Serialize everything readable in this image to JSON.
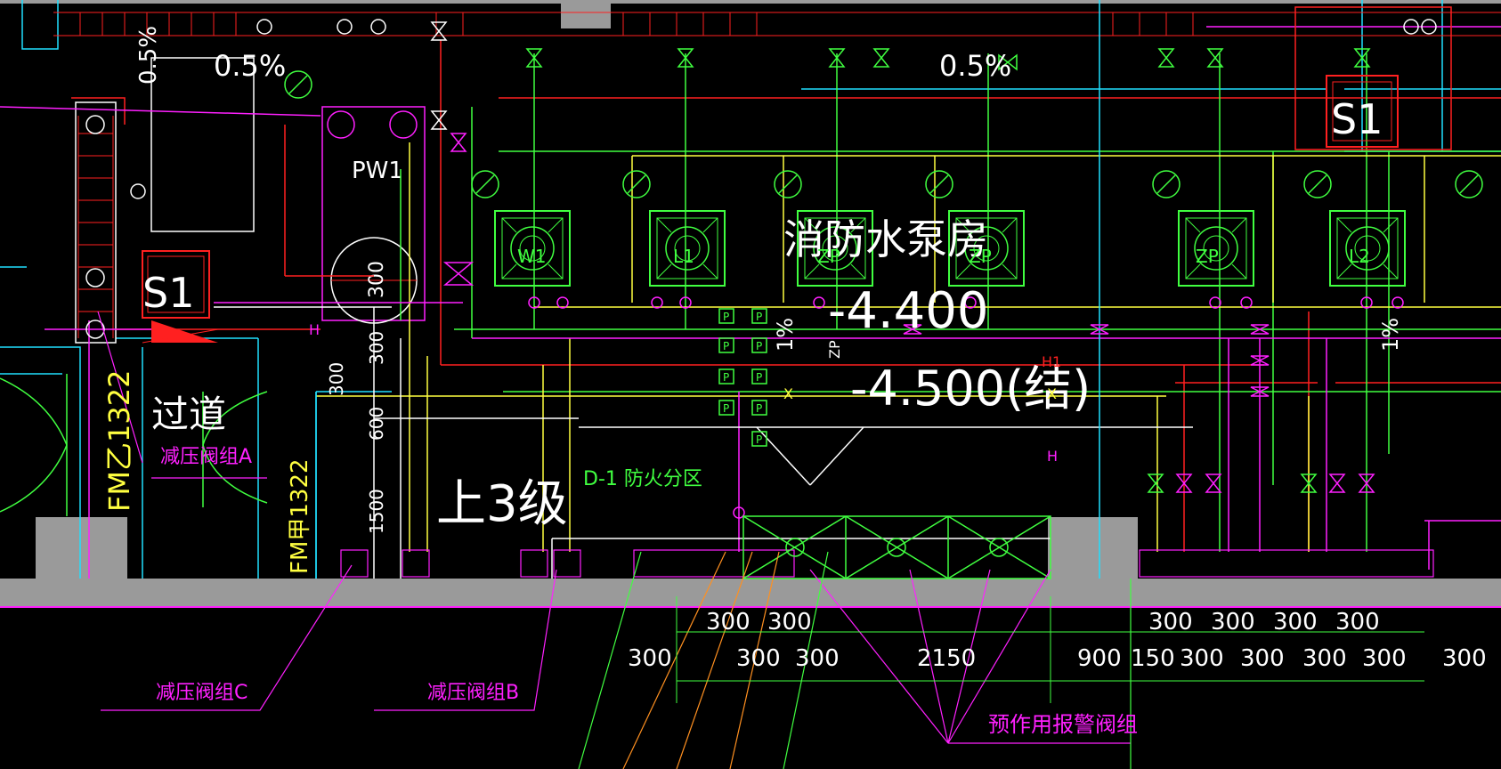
{
  "labels": {
    "room_name": "消防水泵房",
    "floor_elev": "-4.400",
    "struct_elev": "-4.500(结)",
    "zp": "ZP",
    "h1": "H1",
    "x1": "X",
    "x2": "X",
    "h_mid": "H",
    "h_left": "H",
    "slope_top_left": "0.5%",
    "slope_top_mid": "0.5%",
    "slope_left_vert": "0.5%",
    "slope_mid_vert": "1%",
    "slope_right_vert": "1%",
    "s1_left": "S1",
    "s1_right": "S1",
    "pw1": "PW1",
    "pump_300": "300",
    "corridor": "过道",
    "prv_group_a": "减压阀组A",
    "prv_group_b": "减压阀组B",
    "prv_group_c": "减压阀组C",
    "door_fm_a": "FM乙1322",
    "door_fm_b": "FM甲1322",
    "up_3_steps": "上3级",
    "fire_zone": "D-1 防火分区",
    "preaction_valve": "预作用报警阀组",
    "pump_labels": [
      "W1",
      "L1",
      "ZP",
      "ZP",
      "ZP",
      "L2"
    ],
    "p_markers": [
      "P",
      "P",
      "P",
      "P",
      "P",
      "P",
      "P",
      "P",
      "P"
    ],
    "dim_vert": [
      "300",
      "300",
      "600",
      "1500"
    ]
  },
  "dimensions_upper": [
    "300",
    "300",
    "300",
    "300",
    "300",
    "300"
  ],
  "dimensions_lower": [
    "300",
    "300",
    "300",
    "2150",
    "900",
    "150",
    "300",
    "300",
    "300",
    "300",
    "300"
  ],
  "colors": {
    "background": "#000000",
    "pipe_red": "#ff2020",
    "pipe_green": "#40ff40",
    "pipe_yellow": "#ffff40",
    "pipe_magenta": "#ff20ff",
    "pipe_cyan": "#20e0ff",
    "wall_gray": "#9a9a9a",
    "text_white": "#ffffff"
  }
}
